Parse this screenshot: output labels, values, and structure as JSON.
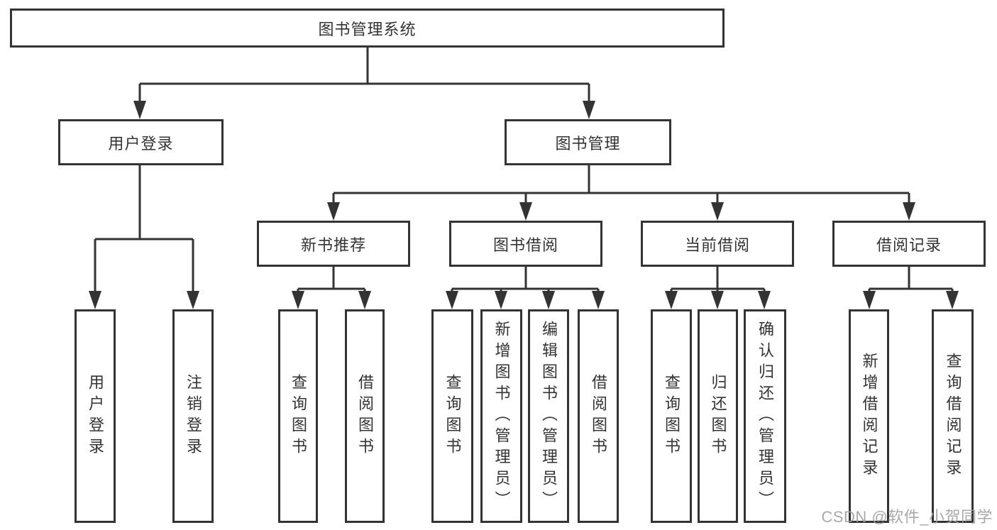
{
  "diagram": {
    "watermark": "CSDN @软件_小贺同学",
    "colors": {
      "line": "#333333",
      "text": "#333333",
      "box_background": "#ffffff",
      "watermark": "#a0a0a0",
      "background": "#ffffff"
    },
    "root": {
      "label": "图书管理系统",
      "children": [
        {
          "label": "用户登录",
          "children": [
            {
              "label": "用户登录"
            },
            {
              "label": "注销登录"
            }
          ]
        },
        {
          "label": "图书管理",
          "children": [
            {
              "label": "新书推荐",
              "children": [
                {
                  "label": "查询图书"
                },
                {
                  "label": "借阅图书"
                }
              ]
            },
            {
              "label": "图书借阅",
              "children": [
                {
                  "label": "查询图书"
                },
                {
                  "label": "新增图书（管理员）"
                },
                {
                  "label": "编辑图书（管理员）"
                },
                {
                  "label": "借阅图书"
                }
              ]
            },
            {
              "label": "当前借阅",
              "children": [
                {
                  "label": "查询图书"
                },
                {
                  "label": "归还图书"
                },
                {
                  "label": "确认归还（管理员）"
                }
              ]
            },
            {
              "label": "借阅记录",
              "children": [
                {
                  "label": "新增借阅记录"
                },
                {
                  "label": "查询借阅记录"
                }
              ]
            }
          ]
        }
      ]
    }
  }
}
